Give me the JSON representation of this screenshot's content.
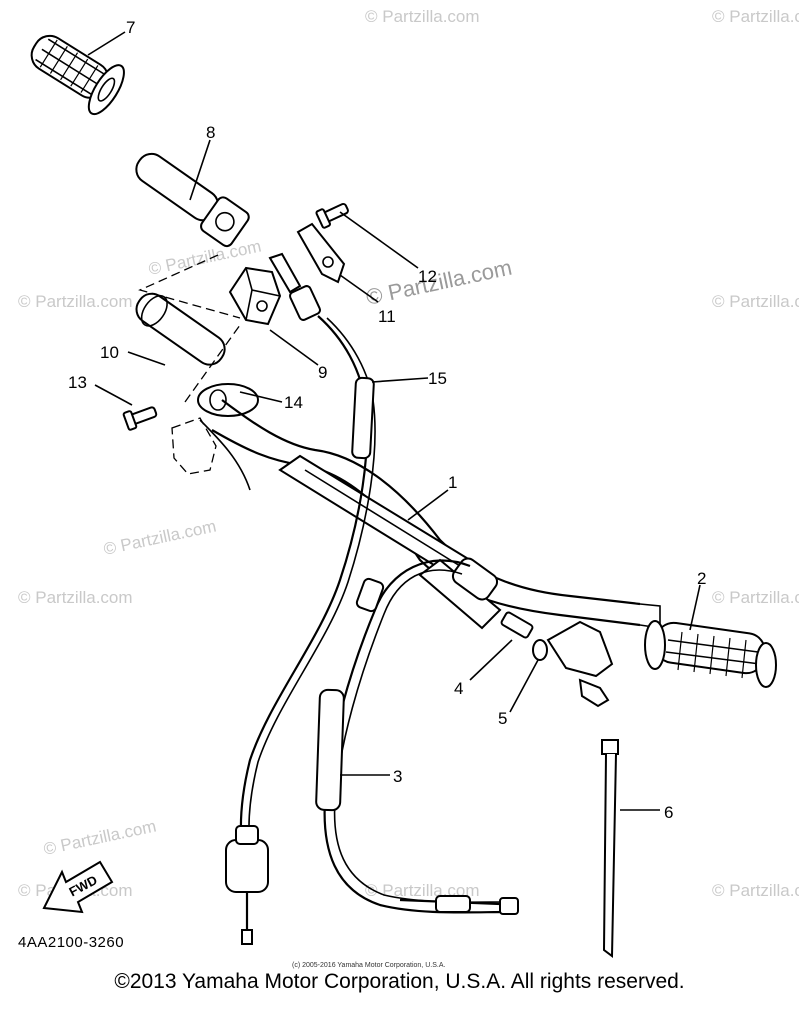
{
  "diagram": {
    "part_number": "4AA2100-3260",
    "fwd_label": "FWD",
    "small_credit": "(c) 2005-2016 Yamaha Motor Corporation, U.S.A.",
    "center_watermark": "© Partzilla.com",
    "watermark_text": "© Partzilla.com",
    "copyright": "©2013 Yamaha Motor Corporation, U.S.A. All rights reserved.",
    "callouts": [
      "1",
      "2",
      "3",
      "4",
      "5",
      "6",
      "7",
      "8",
      "9",
      "10",
      "11",
      "12",
      "13",
      "14",
      "15"
    ]
  }
}
